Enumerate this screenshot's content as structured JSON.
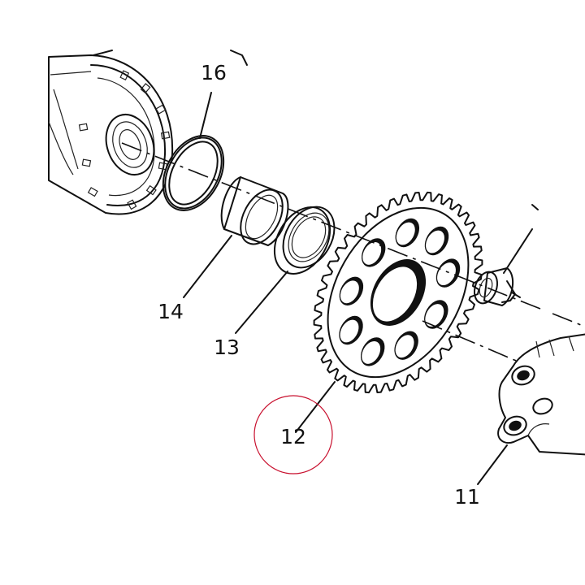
{
  "diagram": {
    "labels": [
      {
        "id": "16",
        "text": "16"
      },
      {
        "id": "14",
        "text": "14"
      },
      {
        "id": "13",
        "text": "13"
      },
      {
        "id": "12",
        "text": "12"
      },
      {
        "id": "11",
        "text": "11"
      }
    ],
    "highlight_color": "#c8102e"
  }
}
